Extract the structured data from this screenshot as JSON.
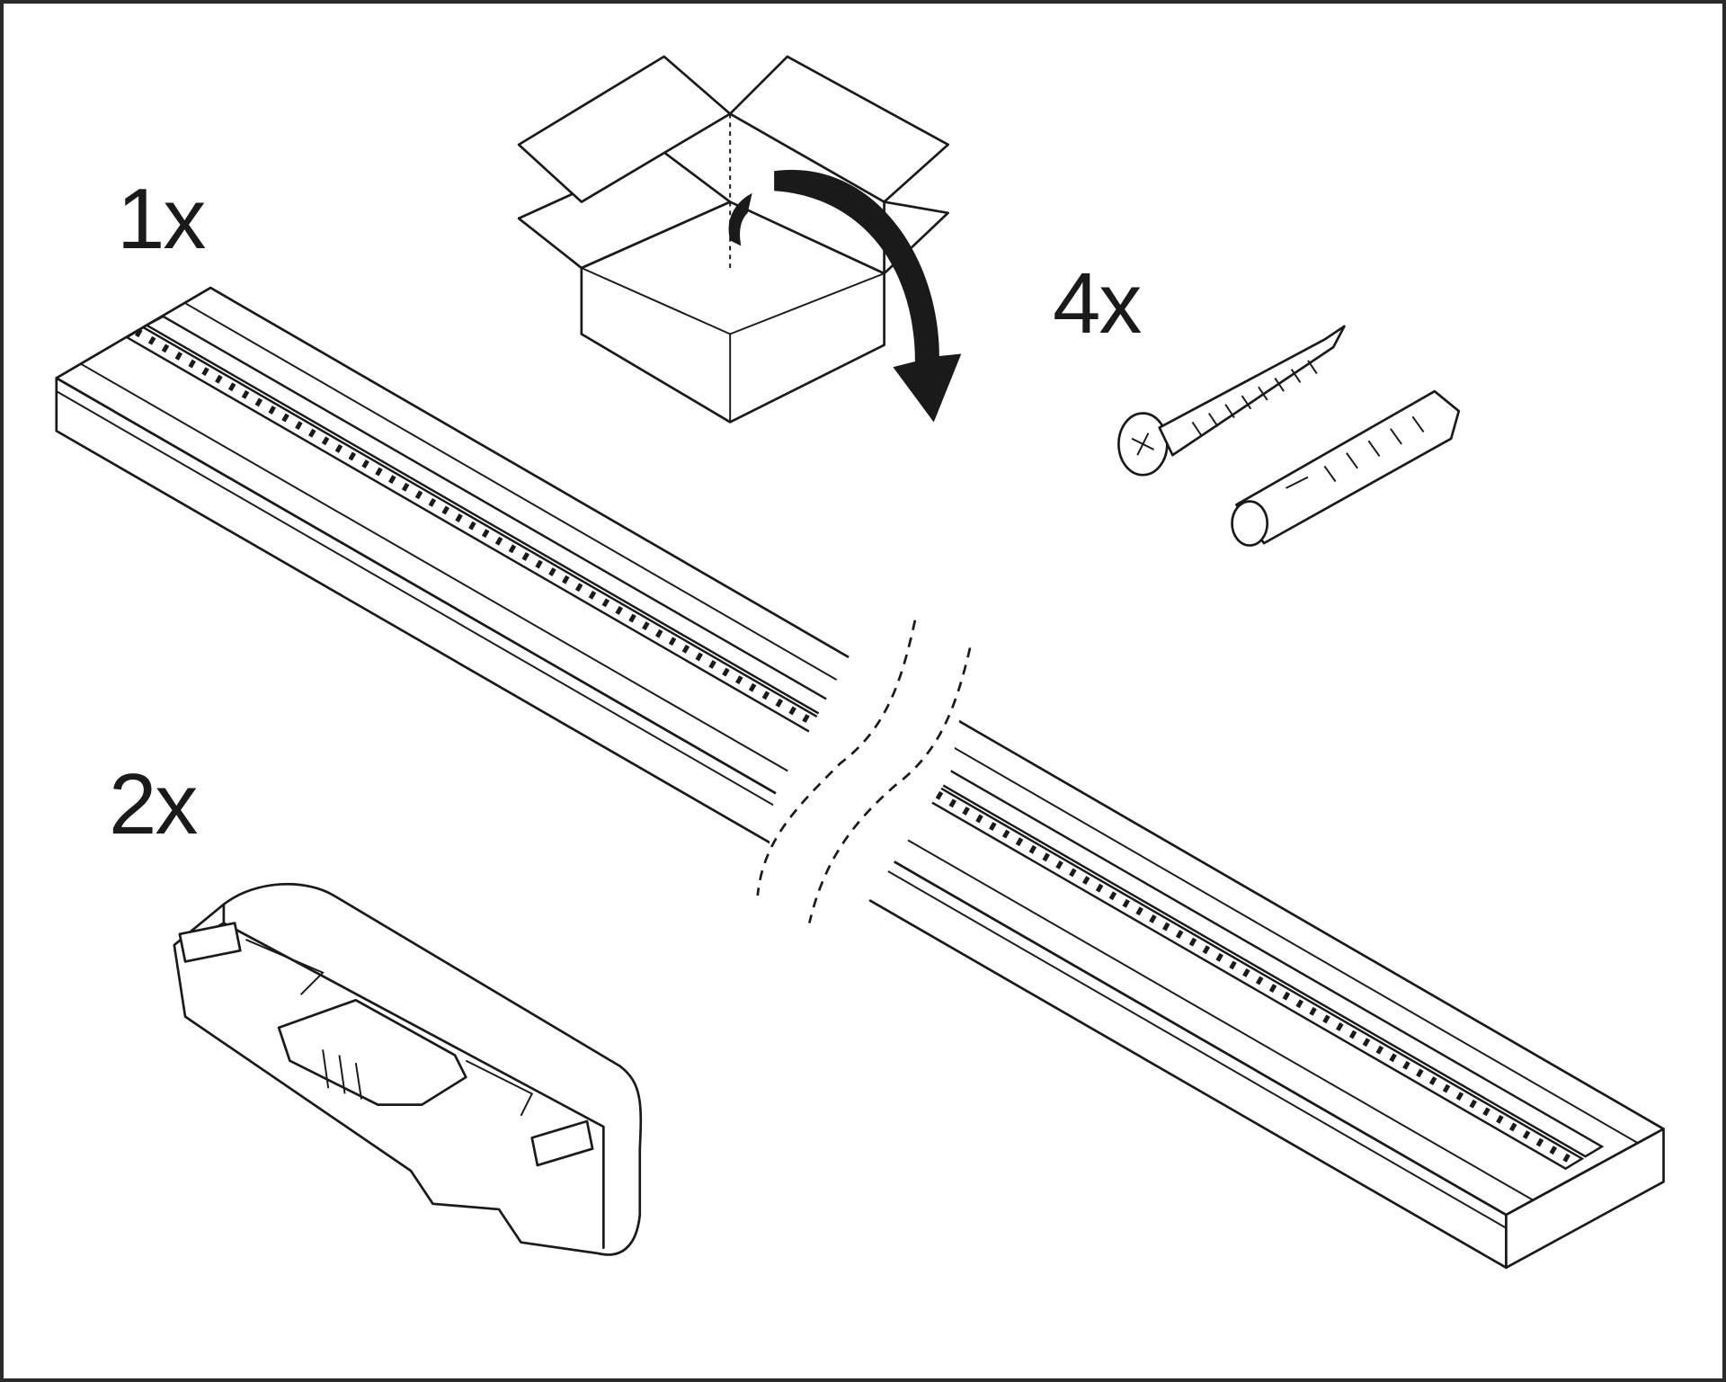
{
  "labels": {
    "profile_qty": "1x",
    "screws_qty": "4x",
    "endcaps_qty": "2x"
  },
  "icons": [
    "open-box-icon",
    "turn-over-arrow-icon",
    "screw-icon",
    "wall-plug-icon",
    "led-profile-rail",
    "end-cap"
  ],
  "colors": {
    "line": "#1a1a1a",
    "background": "#ffffff"
  }
}
